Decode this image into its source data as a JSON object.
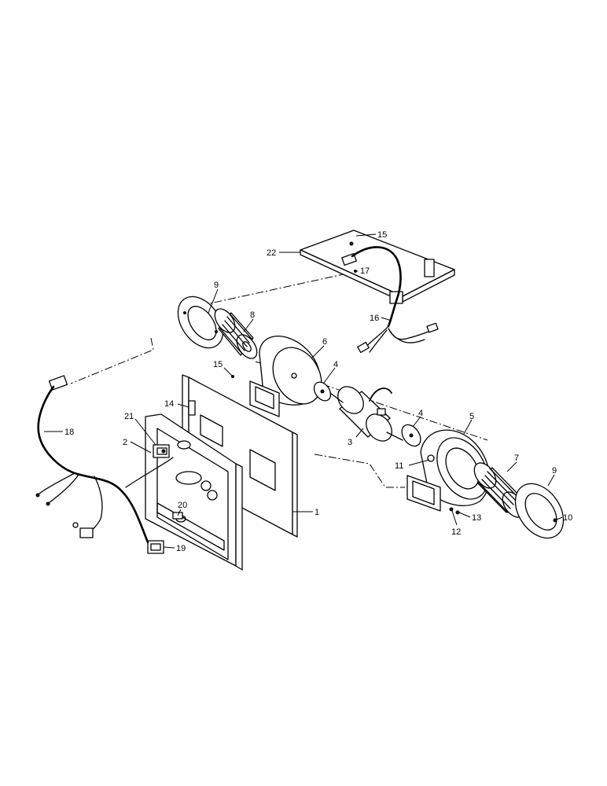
{
  "diagram": {
    "labels": {
      "p1": "1",
      "p2": "2",
      "p3": "3",
      "p4a": "4",
      "p4b": "4",
      "p5": "5",
      "p6": "6",
      "p7": "7",
      "p8": "8",
      "p9a": "9",
      "p9b": "9",
      "p10": "10",
      "p11": "11",
      "p12": "12",
      "p13": "13",
      "p14": "14",
      "p15a": "15",
      "p15b": "15",
      "p16": "16",
      "p17": "17",
      "p18": "18",
      "p19": "19",
      "p20": "20",
      "p21": "21",
      "p22": "22"
    }
  }
}
